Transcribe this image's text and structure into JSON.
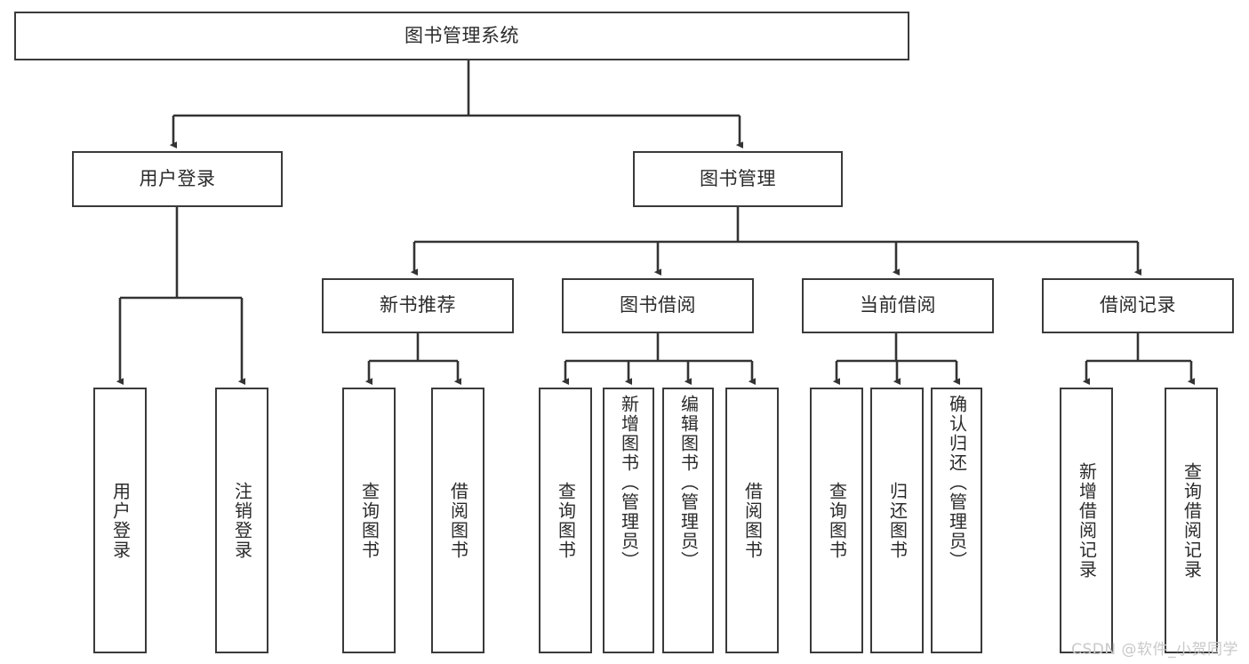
{
  "diagram": {
    "type": "tree-hierarchy-chart",
    "title": "图书管理系统",
    "watermark": "CSDN @软件_小贺同学",
    "colors": {
      "box_border": "#3a3a3a",
      "connector": "#333333",
      "background": "#ffffff",
      "text": "#2b2b2b",
      "watermark": "#c9c9c9"
    },
    "root": {
      "label": "图书管理系统"
    },
    "level2": [
      {
        "label": "用户登录"
      },
      {
        "label": "图书管理"
      }
    ],
    "level3": [
      {
        "label": "新书推荐"
      },
      {
        "label": "图书借阅"
      },
      {
        "label": "当前借阅"
      },
      {
        "label": "借阅记录"
      }
    ],
    "leaves": {
      "user_login": [
        {
          "label": "用户登录"
        },
        {
          "label": "注销登录"
        }
      ],
      "new_book_recommend": [
        {
          "label": "查询图书"
        },
        {
          "label": "借阅图书"
        }
      ],
      "book_borrow": [
        {
          "label": "查询图书"
        },
        {
          "label": "新增图书（管理员）"
        },
        {
          "label": "编辑图书（管理员）"
        },
        {
          "label": "借阅图书"
        }
      ],
      "current_borrow": [
        {
          "label": "查询图书"
        },
        {
          "label": "归还图书"
        },
        {
          "label": "确认归还（管理员）"
        }
      ],
      "borrow_record": [
        {
          "label": "新增借阅记录"
        },
        {
          "label": "查询借阅记录"
        }
      ]
    }
  }
}
